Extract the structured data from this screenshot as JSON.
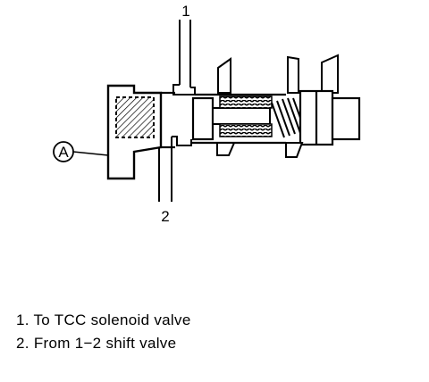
{
  "diagram": {
    "callout_1": "1",
    "callout_2": "2",
    "callout_A": "A"
  },
  "legend": {
    "items": [
      {
        "number": "1.",
        "text": "To TCC solenoid valve"
      },
      {
        "number": "2.",
        "text": "From 1−2 shift valve"
      }
    ]
  }
}
